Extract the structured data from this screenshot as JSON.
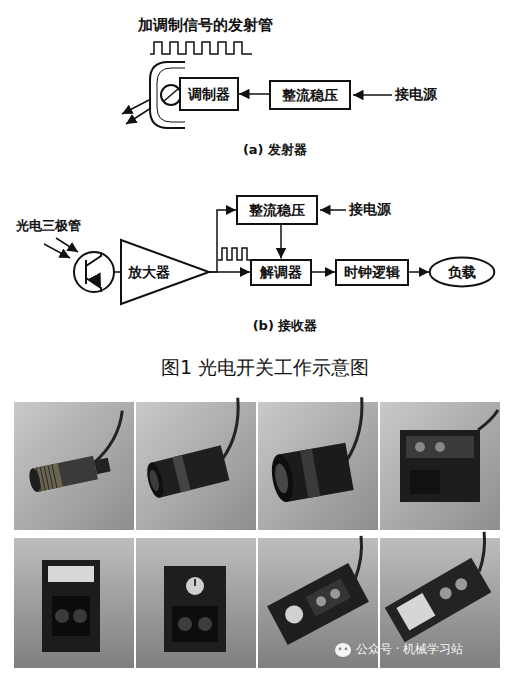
{
  "diagram": {
    "caption": "图1 光电开关工作示意图",
    "nodes": [
      {
        "text": [
          "调制器"
        ]
      },
      {
        "text": [
          "整流稳压"
        ]
      },
      {
        "text": [
          "放大器"
        ]
      },
      {
        "text": [
          "整流稳压"
        ]
      },
      {
        "text": [
          "解调器"
        ]
      },
      {
        "text": [
          "时钟逻辑"
        ]
      },
      {
        "text": [
          "负载"
        ]
      }
    ],
    "edges": [
      {
        "from": 1,
        "to": 0,
        "arrow": "to"
      },
      {
        "from": 2,
        "to": 3,
        "arrow": "to"
      },
      {
        "from": 3,
        "to": 4,
        "arrow": "to"
      },
      {
        "from": 2,
        "to": 4,
        "arrow": "to"
      },
      {
        "from": 4,
        "to": 5,
        "arrow": "to"
      },
      {
        "from": 5,
        "to": 6,
        "arrow": "to"
      }
    ],
    "labels": [
      "加调制信号的发射管",
      "接电源",
      "(a) 发射器",
      "光电三极管",
      "接电源",
      "(b) 接收器",
      "公众号 · 机械学习站"
    ]
  }
}
